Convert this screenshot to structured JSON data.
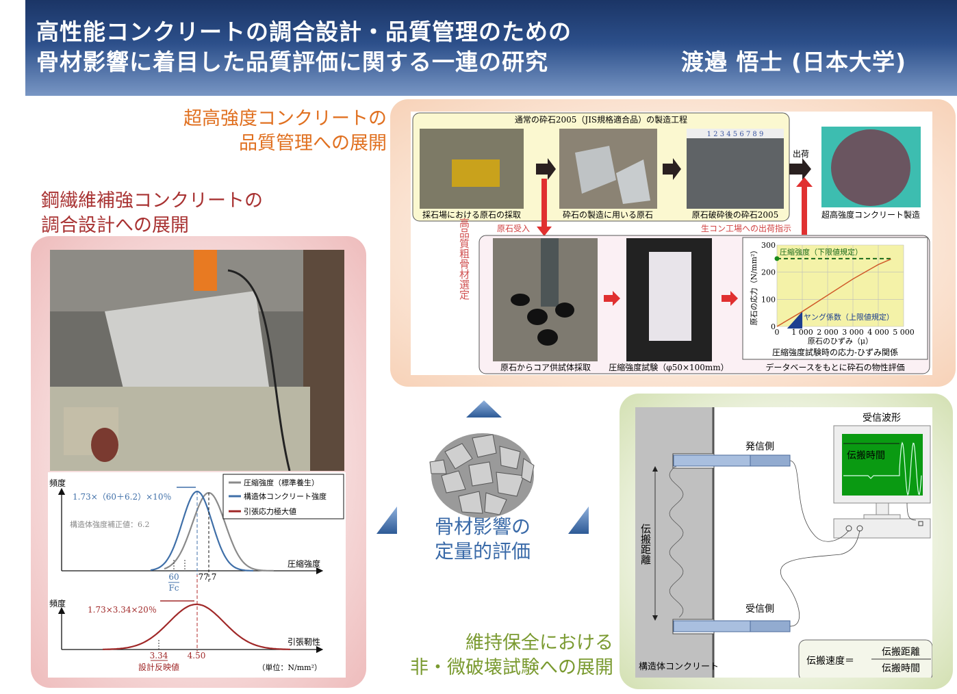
{
  "header": {
    "title_line1": "高性能コンクリートの調合設計・品質管理のための",
    "title_line2": "骨材影響に着目した品質評価に関する一連の研究",
    "author": "渡邉 悟士 (日本大学)"
  },
  "sections": {
    "uhsc": {
      "line1": "超高強度コンクリートの",
      "line2": "品質管理への展開",
      "color": "#e07020"
    },
    "sfrc": {
      "line1": "鋼繊維補強コンクリートの",
      "line2": "調合設計への展開",
      "color": "#a83232"
    },
    "center": {
      "line1": "骨材影響の",
      "line2": "定量的評価",
      "color": "#3a6aa8"
    },
    "ndt": {
      "line1": "維持保全における",
      "line2": "非・微破壊試験への展開",
      "color": "#7a9a30"
    }
  },
  "process_figure": {
    "title": "通常の砕石2005（JIS規格適合品）の製造工程",
    "captions": [
      "採石場における原石の採取",
      "砕石の製造に用いる原石",
      "原石破砕後の砕石2005",
      "超高強度コンクリート製造"
    ],
    "ship_label": "出荷",
    "receive_label": "原石受入",
    "ship_instruction": "生コン工場への出荷指示",
    "selection_label": "高品質粗骨材選定",
    "lower_captions": [
      "原石からコア供試体採取",
      "圧縮強度試験（φ50×100mm）",
      "データベースをもとに砕石の物性評価"
    ],
    "ruler_text": "1 2 3 4 5 6 7 8 9",
    "stress_chart": {
      "type": "line",
      "title": "圧縮強度試験時の応力-ひずみ関係",
      "xlabel": "原石のひずみ（μ）",
      "ylabel": "原石の応力（N/mm²）",
      "x_ticks": [
        "0",
        "1 000",
        "2 000",
        "3 000",
        "4 000",
        "5 000"
      ],
      "y_ticks": [
        "0",
        "100",
        "200",
        "300"
      ],
      "xlim": [
        0,
        5000
      ],
      "ylim": [
        0,
        300
      ],
      "series": [
        {
          "name": "stress-strain",
          "x": [
            0,
            1000,
            2000,
            3000,
            4000,
            4500
          ],
          "y": [
            0,
            55,
            115,
            175,
            228,
            248
          ]
        }
      ],
      "limit_line": {
        "label": "圧縮強度（下限値規定）",
        "y": 250
      },
      "young_label": "ヤング係数（上限値規定）"
    }
  },
  "distribution_chart": {
    "upper": {
      "ylabel": "頻度",
      "xlabel": "圧縮強度",
      "fc_value": "60",
      "fc_label": "Fc",
      "mean_label": "77.7",
      "spread_label": "1.73×（60＋6.2）×10％",
      "correction_label": "構造体強度補正値：6.2"
    },
    "legend": [
      "圧縮強度（標準養生）",
      "構造体コンクリート強度",
      "引張応力極大値"
    ],
    "lower": {
      "ylabel": "頻度",
      "xlabel": "引張靭性",
      "design_value": "3.34",
      "design_label": "設計反映値",
      "mean_label": "4.50",
      "spread_label": "1.73×3.34×20％"
    },
    "unit": "（単位：N/mm²）",
    "colors": {
      "gray": "#8a8a8a",
      "blue": "#3f6fa8",
      "red": "#a02828"
    }
  },
  "ndt_diagram": {
    "waveform_label": "受信波形",
    "time_label": "伝搬時間",
    "transmit_label": "発信側",
    "receive_label": "受信側",
    "distance_label": "伝搬距離",
    "structure_label": "構造体コンクリート",
    "formula_left": "伝搬速度＝",
    "formula_num": "伝搬距離",
    "formula_den": "伝搬時間"
  }
}
